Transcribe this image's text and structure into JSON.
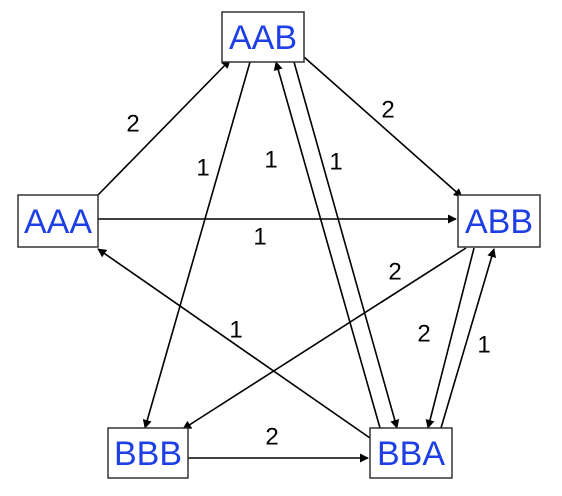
{
  "nodes": [
    {
      "id": "AAB",
      "label": "AAB"
    },
    {
      "id": "AAA",
      "label": "AAA"
    },
    {
      "id": "ABB",
      "label": "ABB"
    },
    {
      "id": "BBB",
      "label": "BBB"
    },
    {
      "id": "BBA",
      "label": "BBA"
    }
  ],
  "edges": [
    {
      "id": "AAA-AAB",
      "from": "AAA",
      "to": "AAB",
      "weight": "2"
    },
    {
      "id": "AAB-ABB",
      "from": "AAB",
      "to": "ABB",
      "weight": "2"
    },
    {
      "id": "AAA-ABB",
      "from": "AAA",
      "to": "ABB",
      "weight": "1"
    },
    {
      "id": "AAB-BBB",
      "from": "AAB",
      "to": "BBB",
      "weight": "1"
    },
    {
      "id": "BBA-AAB",
      "from": "BBA",
      "to": "AAB",
      "weight": "1"
    },
    {
      "id": "AAB-BBA",
      "from": "AAB",
      "to": "BBA",
      "weight": "1"
    },
    {
      "id": "ABB-BBB",
      "from": "ABB",
      "to": "BBB",
      "weight": "2"
    },
    {
      "id": "BBA-AAA",
      "from": "BBA",
      "to": "AAA",
      "weight": "1"
    },
    {
      "id": "ABB-BBA",
      "from": "ABB",
      "to": "BBA",
      "weight": "2"
    },
    {
      "id": "BBA-ABB",
      "from": "BBA",
      "to": "ABB",
      "weight": "1"
    },
    {
      "id": "BBB-BBA",
      "from": "BBB",
      "to": "BBA",
      "weight": "2"
    }
  ],
  "colors": {
    "node_text": "#1f3fe6",
    "edge": "#000000",
    "node_border": "#333333"
  }
}
